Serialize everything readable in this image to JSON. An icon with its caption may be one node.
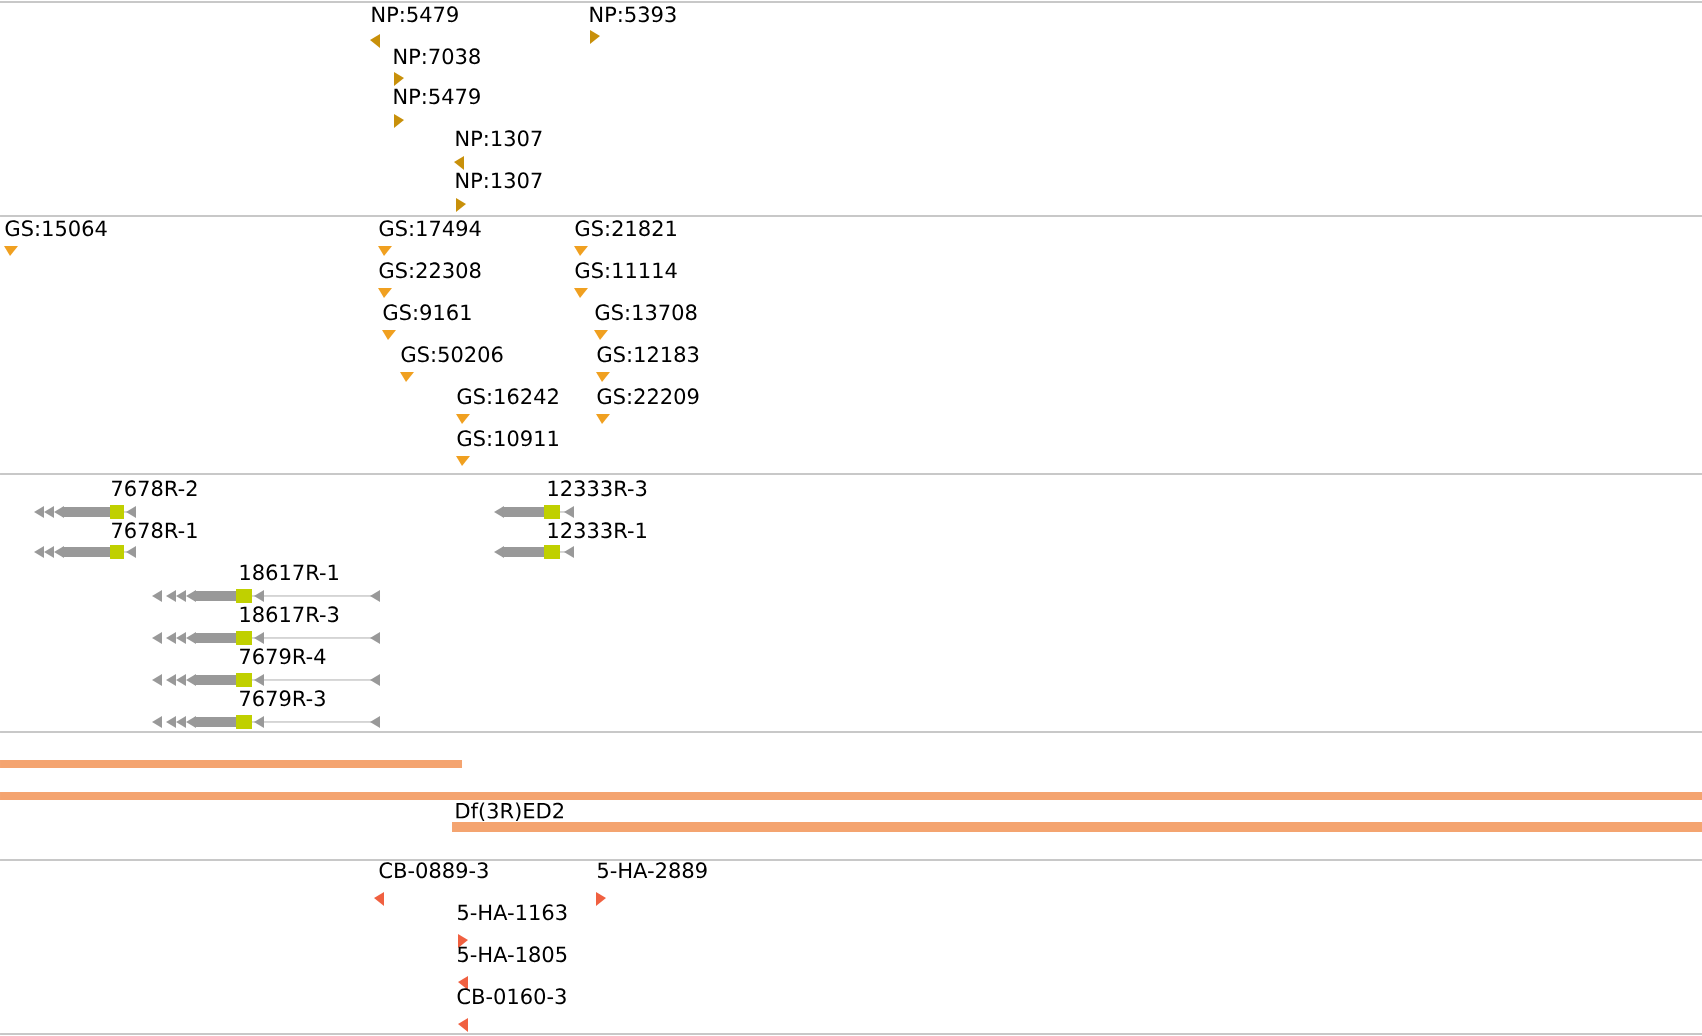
{
  "diagram": {
    "labels": [
      "NP:5479",
      "NP:5393",
      "NP:7038",
      "NP:5479",
      "NP:1307",
      "NP:1307",
      "GS:15064",
      "GS:17494",
      "GS:21821",
      "GS:22308",
      "GS:11114",
      "GS:9161",
      "GS:13708",
      "GS:50206",
      "GS:12183",
      "GS:16242",
      "GS:22209",
      "GS:10911",
      "7678R-2",
      "12333R-3",
      "7678R-1",
      "12333R-1",
      "18617R-1",
      "18617R-3",
      "7679R-4",
      "7679R-3",
      "Df(3R)ED2",
      "CB-0889-3",
      "5-HA-2889",
      "5-HA-1163",
      "5-HA-1805",
      "CB-0160-3"
    ]
  }
}
